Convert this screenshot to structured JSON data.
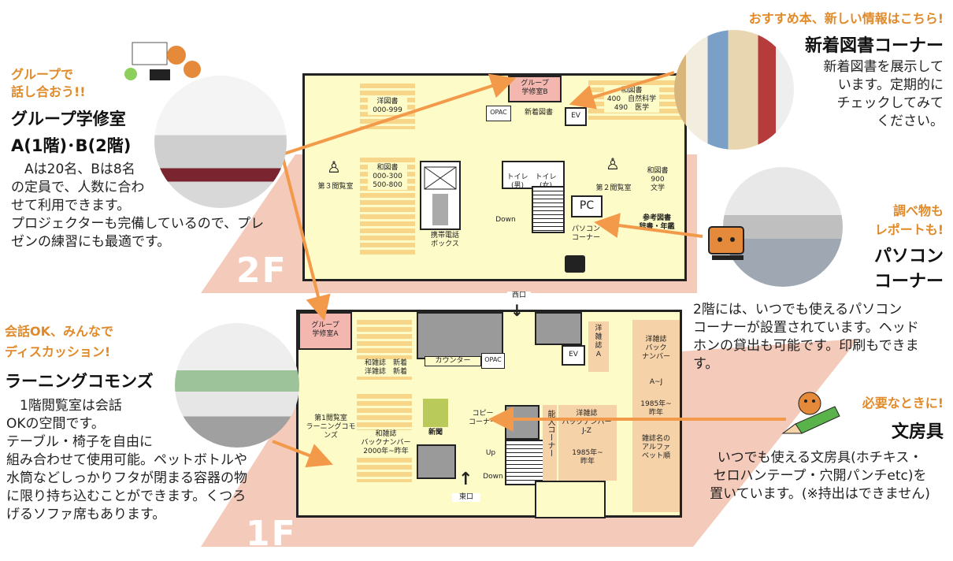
{
  "floors": {
    "f2": {
      "label": "2F",
      "rooms": {
        "group_b": "グループ\n学修室B",
        "opac": "OPAC",
        "new_books": "新着図書",
        "ev": "EV",
        "western_books": "洋図書\n000-999",
        "ndc_science": "和図書\n400　自然科学\n490　医学",
        "reading3": "第３閲覧室",
        "japanese_books": "和図書\n000-300\n500-800",
        "toilet_m": "トイレ(男)",
        "toilet_f": "トイレ(女)",
        "reading2": "第２閲覧室",
        "ndc_lit": "和図書\n900\n文学",
        "down": "Down",
        "pc_sign": "PC",
        "pc_corner": "パソコン\nコーナー",
        "reference": "参考図書\n辞書・年鑑",
        "phone_booth": "携帯電話\nボックス"
      }
    },
    "f1": {
      "label": "1F",
      "rooms": {
        "west_gate": "西口",
        "group_a": "グループ\n学修室A",
        "j_magazines": "和雑誌　新着\n洋雑誌　新着",
        "counter": "カウンター",
        "opac": "OPAC",
        "ev": "EV",
        "w_magazines": "洋\n雑\n誌\nA",
        "w_backnumbers": "洋雑誌\nバック\nナンバー",
        "range_aj": "A~J",
        "range_1985": "1985年~\n昨年",
        "mag_order": "雑誌名の\nアルファ\nベット順",
        "commons": "第1閲覧室\nラーニングコモンズ",
        "j_backnumbers": "和雑誌\nバックナンバー\n2000年~昨年",
        "newspaper": "新聞",
        "copy": "コピー\nコーナー",
        "noudai": "能大コーナー",
        "wb_jz": "洋雑誌\nバックナンバー\nJ-Z",
        "wb_jz_range": "1985年~\n昨年",
        "up": "Up",
        "down": "Down",
        "east_gate": "東口"
      }
    }
  },
  "callouts": {
    "group": {
      "tag": "グループで\n話し合おう!!",
      "title": "グループ学修室\nA(1階)･B(2階)",
      "body": "　Aは20名、Bは8名\nの定員で、人数に合わ\nせて利用できます。\nプロジェクターも完備しているので、プレ\nゼンの練習にも最適です。"
    },
    "new_books": {
      "tag": "おすすめ本、新しい情報はこちら!",
      "title": "新着図書コーナー",
      "body": "新着図書を展示して\nいます。定期的に\nチェックしてみて\nください。"
    },
    "pc": {
      "tag": "調べ物も\nレポートも!",
      "title": "パソコン\nコーナー",
      "body": "2階には、いつでも使えるパソコン\nコーナーが設置されています。ヘッド\nホンの貸出も可能です。印刷もできま\nす。"
    },
    "commons": {
      "tag": "会話OK、みんなで\nディスカッション!",
      "title": "ラーニングコモンズ",
      "body": "　1階閲覧室は会話\nOKの空間です。\nテーブル・椅子を自由に\n組み合わせて使用可能。ペットボトルや\n水筒などしっかりフタが閉まる容器の物\nに限り持ち込むことができます。くつろ\nげるソファ席もあります。"
    },
    "stationery": {
      "tag": "必要なときに!",
      "title": "文房具",
      "body": "いつでも使える文房具(ホチキス・\nセロハンテープ・穴開パンチetc)を\n置いています。(※持出はできません)"
    }
  },
  "colors": {
    "accent": "#e08a2a",
    "floor": "#fdfbc8",
    "pink": "#f3b7b0",
    "arrow": "#f39a4a"
  }
}
